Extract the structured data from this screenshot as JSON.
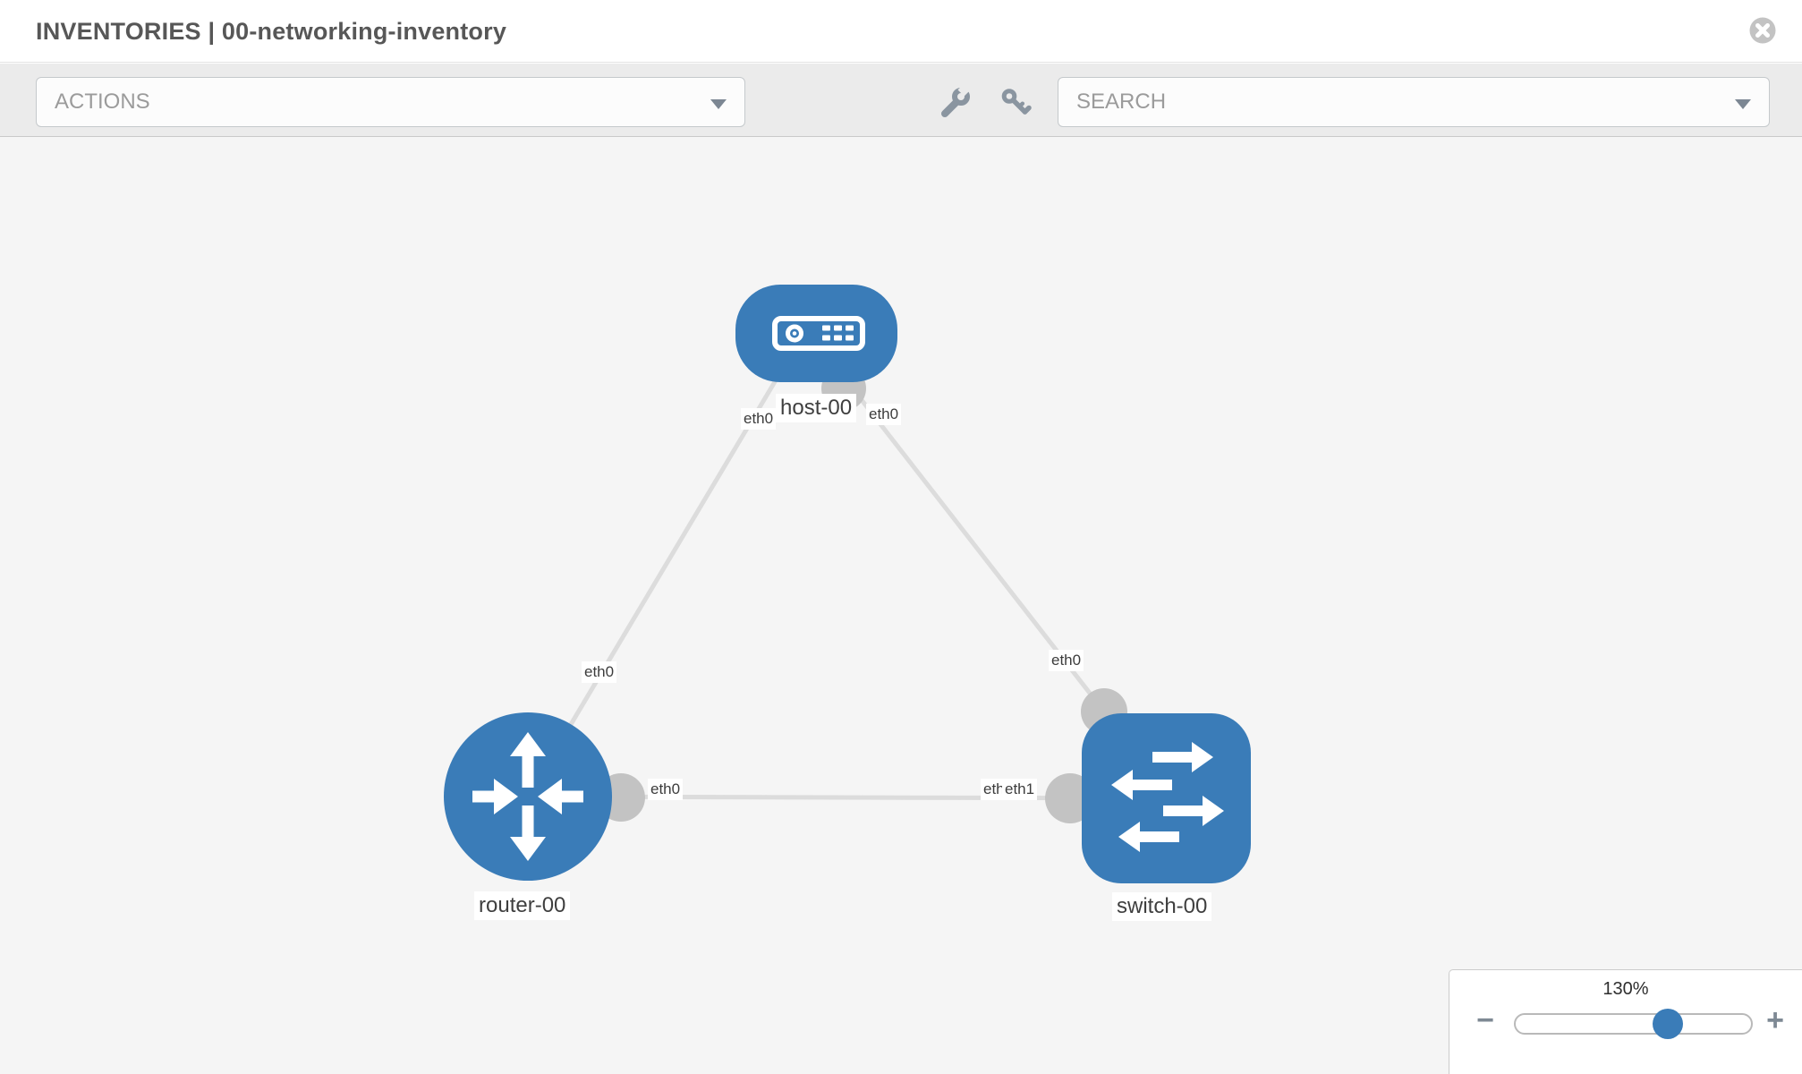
{
  "header": {
    "title": "INVENTORIES | 00-networking-inventory"
  },
  "toolbar": {
    "actions_label": "ACTIONS",
    "search_label": "SEARCH"
  },
  "topology": {
    "nodes": [
      {
        "id": "host-00",
        "type": "host",
        "label": "host-00"
      },
      {
        "id": "router-00",
        "type": "router",
        "label": "router-00"
      },
      {
        "id": "switch-00",
        "type": "switch",
        "label": "switch-00"
      }
    ],
    "links": [
      {
        "from": "host-00",
        "to": "router-00",
        "from_label": "eth0",
        "to_label": "eth0"
      },
      {
        "from": "host-00",
        "to": "switch-00",
        "from_label": "eth0",
        "to_label": "eth0"
      },
      {
        "from": "router-00",
        "to": "switch-00",
        "from_label": "eth0",
        "to_labels": [
          "eth0",
          "eth1"
        ]
      }
    ]
  },
  "zoom_control": {
    "value": "130%",
    "minus": "−",
    "plus": "+"
  },
  "colors": {
    "node_blue": "#3a7cb8",
    "link_gray": "#dcdcdc",
    "port_gray": "#c3c3c3",
    "canvas_bg": "#f5f5f5",
    "toolbar_bg": "#ebebeb"
  }
}
